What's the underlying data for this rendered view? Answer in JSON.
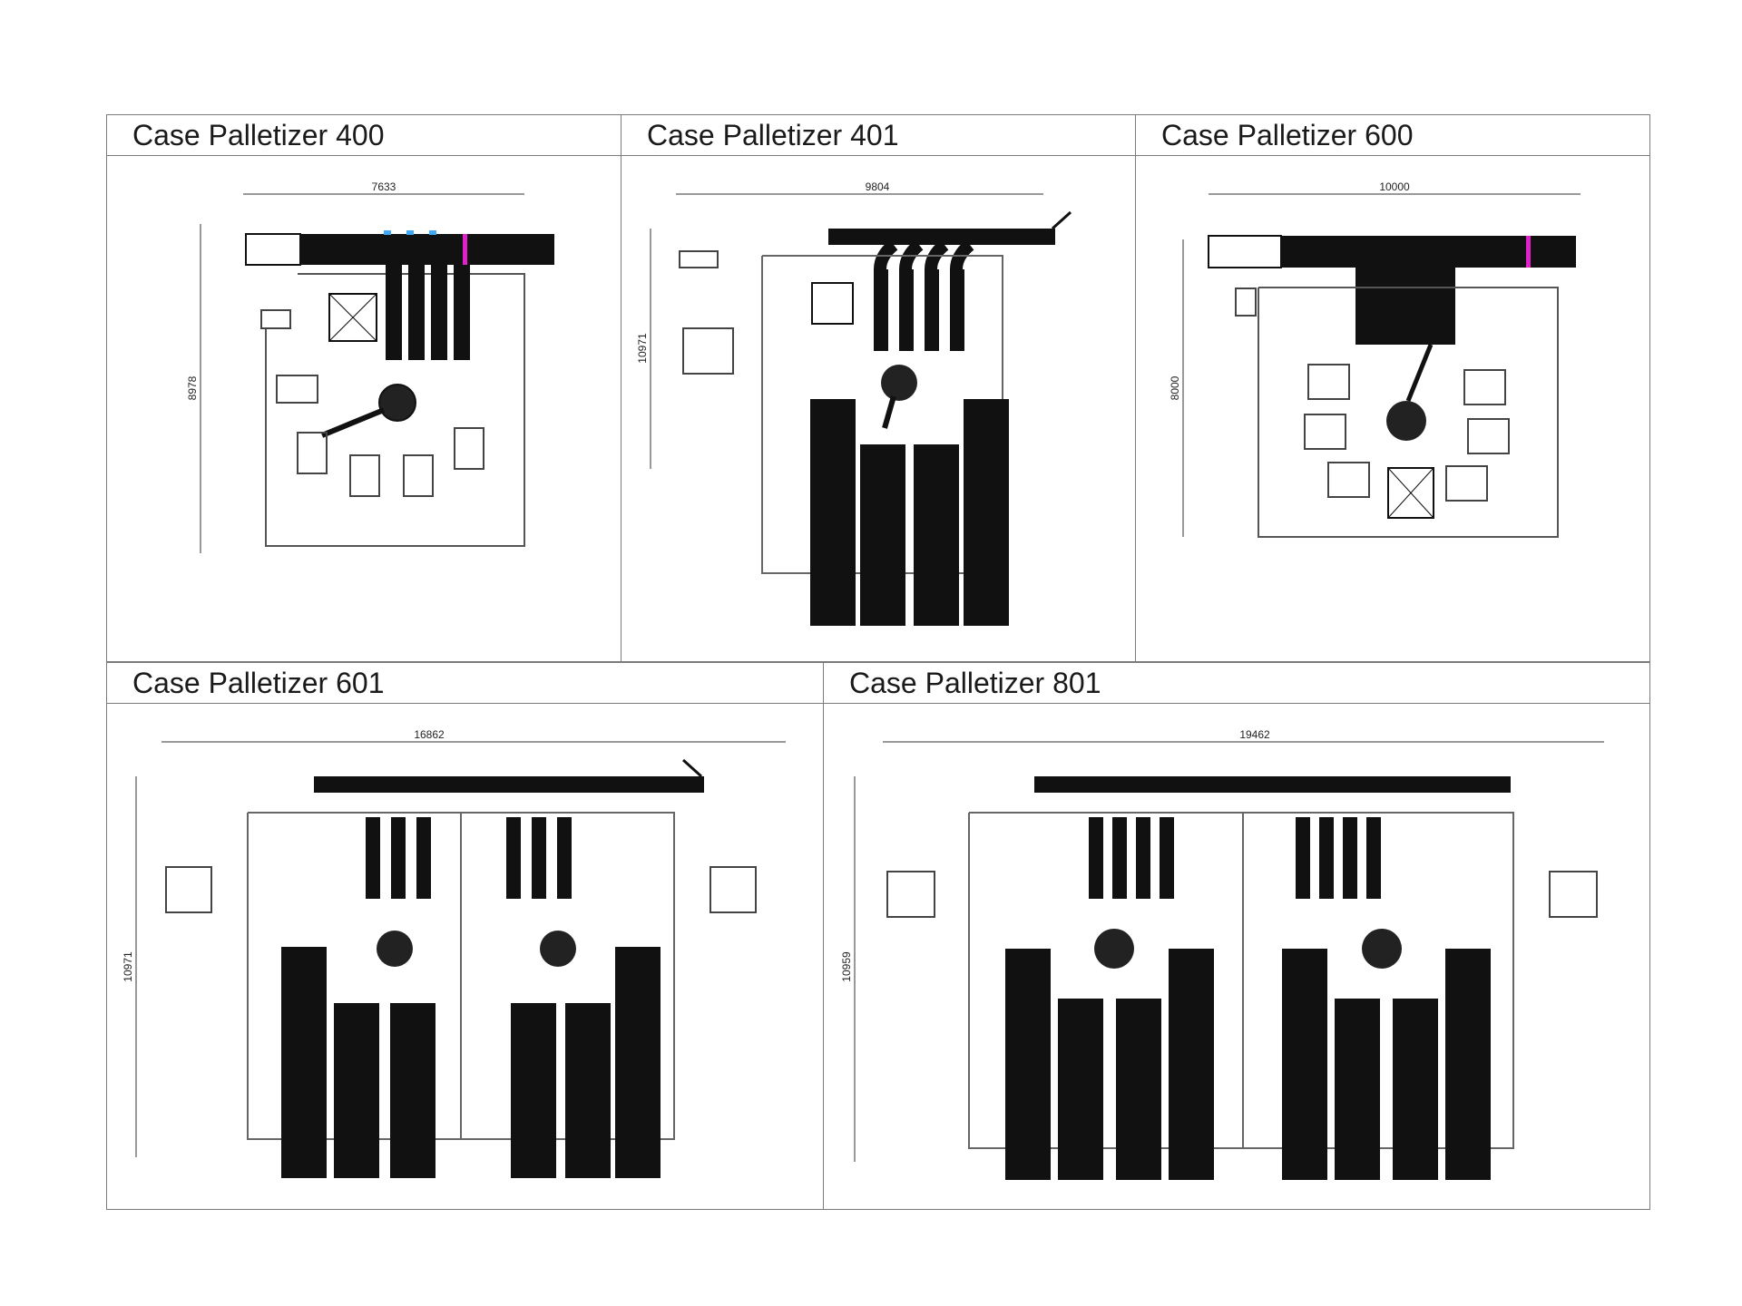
{
  "panels": [
    {
      "id": "p400",
      "title": "Case Palletizer 400",
      "width_dim": "7633",
      "height_dim": "8978"
    },
    {
      "id": "p401",
      "title": "Case Palletizer 401",
      "width_dim": "9804",
      "height_dim": "10971"
    },
    {
      "id": "p600",
      "title": "Case Palletizer 600",
      "width_dim": "10000",
      "height_dim": "8000"
    },
    {
      "id": "p601",
      "title": "Case Palletizer 601",
      "width_dim": "16862",
      "height_dim": "10971"
    },
    {
      "id": "p801",
      "title": "Case Palletizer 801",
      "width_dim": "19462",
      "height_dim": "10959"
    }
  ],
  "colors": {
    "border": "#7a7a7a",
    "ink": "#111111",
    "highlight_magenta": "#e020c8",
    "sensor_blue": "#3fa9f5"
  }
}
